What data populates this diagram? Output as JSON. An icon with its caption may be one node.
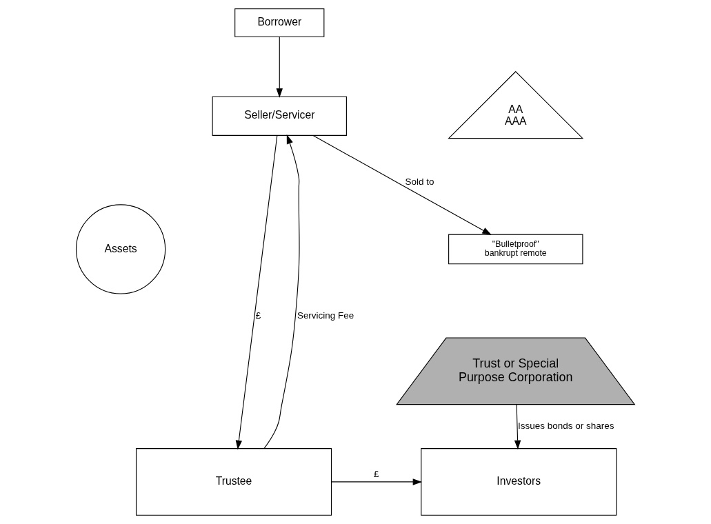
{
  "diagram": {
    "nodes": [
      {
        "text": [
          "Borrower"
        ]
      },
      {
        "text": [
          "Seller/Servicer"
        ]
      },
      {
        "text": [
          "Assets"
        ]
      },
      {
        "text": [
          "AA AAA"
        ]
      },
      {
        "text": [
          "\"Bulletproof\" bankrupt remote"
        ]
      },
      {
        "text": [
          "Trust or Special Purpose Corporation"
        ]
      },
      {
        "text": [
          "Trustee"
        ]
      },
      {
        "text": [
          "Investors"
        ]
      }
    ],
    "edges": [
      {
        "from": 0,
        "to": 1,
        "arrow": "to"
      },
      {
        "from": 1,
        "to": 4,
        "arrow": "to",
        "label": "Sold to"
      },
      {
        "from": 1,
        "to": 6,
        "arrow": "to",
        "label": "£"
      },
      {
        "from": 6,
        "to": 1,
        "arrow": "to",
        "label": "Servicing Fee"
      },
      {
        "from": 6,
        "to": 7,
        "arrow": "to",
        "label": "£"
      },
      {
        "from": 5,
        "to": 7,
        "arrow": "to",
        "label": "Issues bonds or shares"
      }
    ]
  }
}
